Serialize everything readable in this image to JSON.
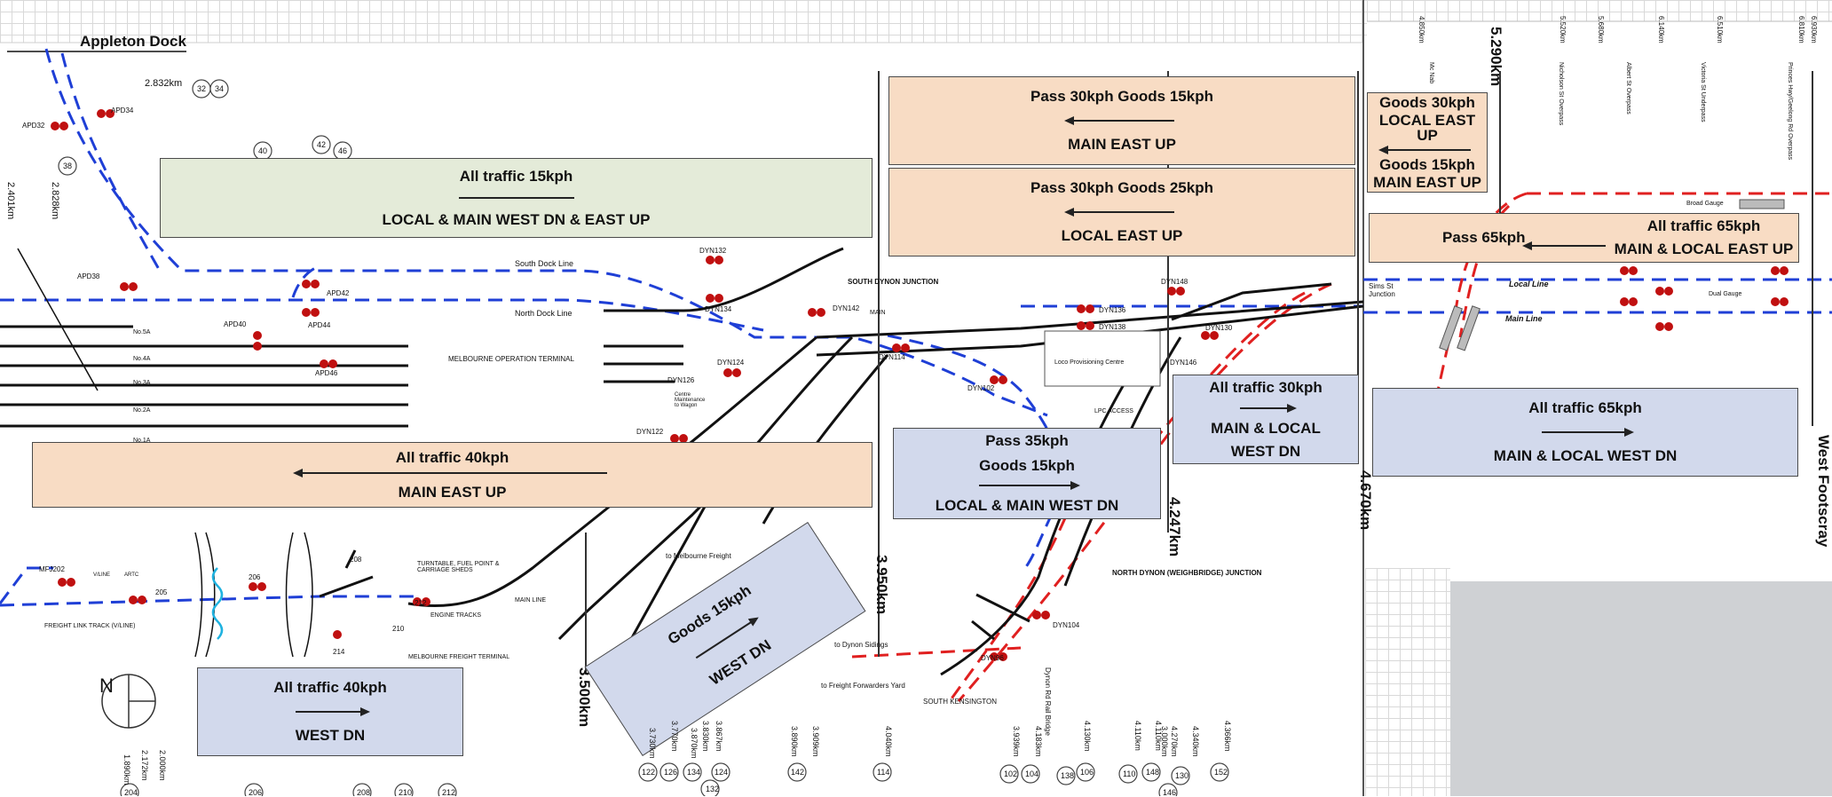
{
  "title": "Appleton Dock",
  "speed_boxes": [
    {
      "id": "all15",
      "lines": [
        "All traffic 15kph",
        "LOCAL & MAIN WEST DN & EAST UP"
      ]
    },
    {
      "id": "pass30g15",
      "lines": [
        "Pass 30kph Goods 15kph",
        "MAIN EAST UP"
      ]
    },
    {
      "id": "pass30g25",
      "lines": [
        "Pass 30kph Goods 25kph",
        "LOCAL EAST UP"
      ]
    },
    {
      "id": "goods30",
      "lines": [
        "Goods 30kph",
        "LOCAL EAST UP",
        "Goods 15kph",
        "MAIN EAST UP"
      ]
    },
    {
      "id": "pass65",
      "lines": [
        "Pass 65kph"
      ]
    },
    {
      "id": "all65east",
      "lines": [
        "All traffic 65kph",
        "MAIN & LOCAL EAST UP"
      ]
    },
    {
      "id": "all40east",
      "lines": [
        "All traffic 40kph",
        "MAIN EAST UP"
      ]
    },
    {
      "id": "pass35",
      "lines": [
        "Pass 35kph",
        "Goods 15kph",
        "LOCAL & MAIN WEST DN"
      ]
    },
    {
      "id": "all30",
      "lines": [
        "All traffic 30kph",
        "MAIN & LOCAL",
        "WEST DN"
      ]
    },
    {
      "id": "all65west",
      "lines": [
        "All traffic 65kph",
        "MAIN & LOCAL WEST DN"
      ]
    },
    {
      "id": "all40west",
      "lines": [
        "All traffic 40kph",
        "WEST DN"
      ]
    },
    {
      "id": "goods15west",
      "lines": [
        "Goods 15kph",
        "WEST DN"
      ]
    }
  ],
  "km_markers": {
    "k5290": "5.290km",
    "k4670": "4.670km",
    "k4247": "4.247km",
    "k3950": "3.950km",
    "k3500": "3.500km"
  },
  "west_footscray": "West Footscray",
  "labels": {
    "km2832": "2.832km",
    "km2401": "2.401km",
    "km2828": "2.828km",
    "south_dock_line": "South Dock Line",
    "north_dock_line": "North Dock Line",
    "south_dynon_jct": "SOUTH DYNON JUNCTION",
    "main": "MAIN",
    "melb_op_terminal": "MELBOURNE OPERATION TERMINAL",
    "loco_centre": "Loco Provisioning Centre",
    "lpc_access": "LPC ACCESS",
    "north_dynon_jct": "NORTH DYNON (WEIGHBRIDGE) JUNCTION",
    "local_line": "Local Line",
    "main_line": "Main Line",
    "sims_jct": "Sims St Junction",
    "dual_gauge": "Dual Gauge",
    "broad_gauge": "Broad Gauge",
    "turntable": "TURNTABLE, FUEL POINT & CARRIAGE SHEDS",
    "engine_tracks": "ENGINE TRACKS",
    "main_line2": "MAIN LINE",
    "freight_link": "FREIGHT LINK TRACK (V/LINE)",
    "melb_freight_terminal": "MELBOURNE FREIGHT TERMINAL",
    "to_melb_freight": "to Melbourne Freight",
    "to_dynon_sidings": "to Dynon Sidings",
    "to_ffy": "to Freight Forwarders Yard",
    "south_kensington": "SOUTH KENSINGTON",
    "centre_maint": "Centre Maintenance to Wagon",
    "dynon_rd_bridge": "Dynon Rd Rail Bridge",
    "north": "N",
    "vline": "V/LINE",
    "artc": "ARTC"
  },
  "signals": [
    "APD32",
    "APD34",
    "APD38",
    "APD40",
    "APD42",
    "APD44",
    "APD46",
    "DYN132",
    "DYN134",
    "DYN142",
    "DYN124",
    "DYN126",
    "DYN114",
    "DYN102",
    "DYN122",
    "DYN136",
    "DYN138",
    "DYN148",
    "DYN130",
    "DYN146",
    "DYN104",
    "DYN96",
    "MFJ202",
    "206",
    "208",
    "212",
    "214",
    "210",
    "205"
  ],
  "sidings": [
    "No.5A",
    "No.4A",
    "No.3A",
    "No.2A",
    "No.1A"
  ],
  "chainage_circles": [
    "32",
    "34",
    "38",
    "40",
    "42",
    "46",
    "122",
    "126",
    "134",
    "124",
    "132",
    "142",
    "114",
    "102",
    "104",
    "138",
    "106",
    "110",
    "148",
    "130",
    "146",
    "152",
    "204",
    "206",
    "208",
    "210",
    "212"
  ],
  "chainage_bottom": [
    "3.730km",
    "3.770km",
    "3.870km",
    "3.830km",
    "3.867km",
    "3.890km",
    "3.909km",
    "4.040km",
    "3.939km",
    "4.183km",
    "4.130km",
    "4.110km",
    "4.110km",
    "3.000km",
    "4.270km",
    "4.340km",
    "4.366km",
    "2.172km",
    "1.890km",
    "2.000km"
  ],
  "chainage_top": [
    "4.850km",
    "5.520km",
    "5.680km",
    "6.140km",
    "6.510km",
    "6.810km",
    "6.930km"
  ],
  "overpasses": [
    "Mc Nab",
    "Nicholson St Overpass",
    "Albert St Overpass",
    "Victoria St Underpass",
    "Princes Hwy/Geelong Rd Overpass"
  ],
  "colors": {
    "orange": "#f8dcc4",
    "green": "#e4ebd9",
    "blue": "#d2d9ec",
    "track_blue": "#1f3fd6",
    "track_red": "#e02020",
    "track_black": "#111111"
  }
}
